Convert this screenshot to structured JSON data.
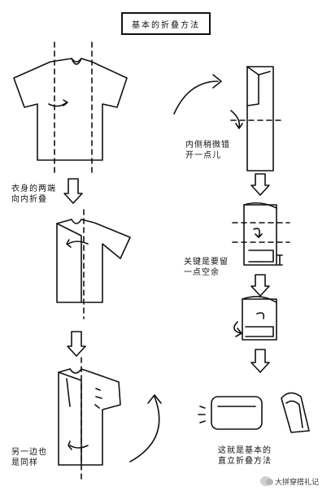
{
  "title": "基本的折叠方法",
  "steps": {
    "step1": "衣身的两端\n向内折叠",
    "step2": "另一边也\n是同样",
    "step3": "内侧稍微错\n开一点儿",
    "step4": "关键是要留\n一点空余",
    "step5": "这就是基本的\n直立折叠方法"
  },
  "watermark": "大拼穿搭礼记",
  "colors": {
    "ink": "#111111",
    "background": "#ffffff"
  }
}
